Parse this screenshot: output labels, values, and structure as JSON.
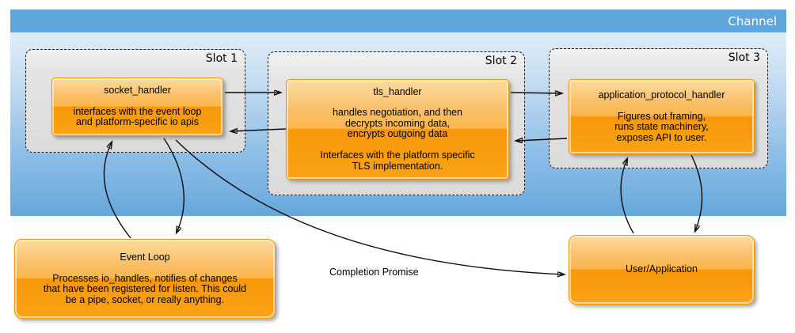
{
  "channel": {
    "title": "Channel"
  },
  "slots": [
    {
      "label": "Slot 1",
      "handler": {
        "title": "socket_handler",
        "body": "interfaces with the event loop\nand platform-specific io apis"
      }
    },
    {
      "label": "Slot 2",
      "handler": {
        "title": "tls_handler",
        "body": "handles negotiation, and then\ndecrypts incoming data,\nencrypts outgoing data\n\nInterfaces with the platform specific\nTLS implementation."
      }
    },
    {
      "label": "Slot 3",
      "handler": {
        "title": "application_protocol_handler",
        "body": "Figures out framing,\nruns state machinery,\nexposes API to user."
      }
    }
  ],
  "nodes": {
    "event_loop": {
      "title": "Event Loop",
      "body": "Processes io_handles, notifies of changes\nthat have been registered for listen. This could\nbe a pipe, socket, or really anything."
    },
    "user_application": {
      "label": "User/Application"
    }
  },
  "edge_labels": {
    "completion_promise": "Completion Promise"
  },
  "edges": [
    {
      "from": "socket_handler",
      "to": "tls_handler"
    },
    {
      "from": "tls_handler",
      "to": "socket_handler"
    },
    {
      "from": "tls_handler",
      "to": "application_protocol_handler"
    },
    {
      "from": "application_protocol_handler",
      "to": "tls_handler"
    },
    {
      "from": "event_loop",
      "to": "socket_handler"
    },
    {
      "from": "socket_handler",
      "to": "event_loop"
    },
    {
      "from": "socket_handler",
      "to": "user_application",
      "label": "Completion Promise"
    },
    {
      "from": "user_application",
      "to": "application_protocol_handler"
    },
    {
      "from": "application_protocol_handler",
      "to": "user_application"
    }
  ],
  "colors": {
    "channel_header_blue": "#61A6DB",
    "channel_body_top": "#EDF4FB",
    "channel_body_bottom": "#65A8DC",
    "slot_gray": "#DEDEDE",
    "box_orange_light": "#FDDCA0",
    "box_orange": "#F8980A",
    "box_border": "#F0940A",
    "arrow_black": "#0c0c0c",
    "channel_title_white": "#FFFFFF"
  }
}
